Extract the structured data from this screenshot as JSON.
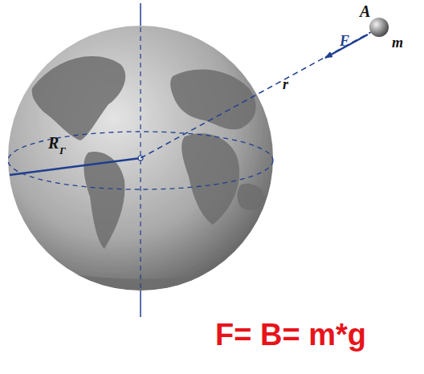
{
  "diagram": {
    "labels": [
      "A",
      "m",
      "F",
      "r",
      "R",
      "Г",
      "F= B= m*g"
    ]
  }
}
